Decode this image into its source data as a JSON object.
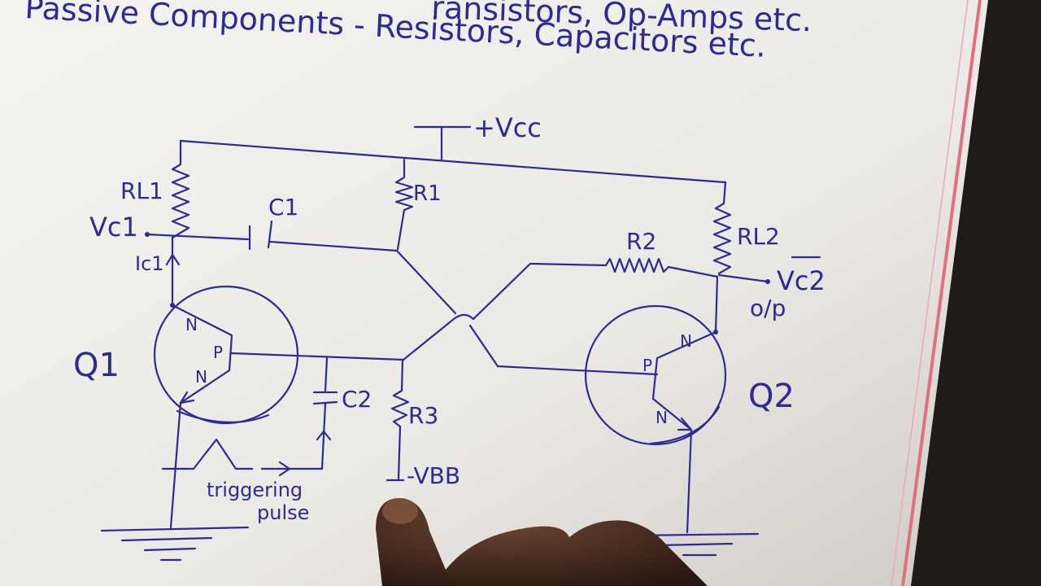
{
  "heading": {
    "line1_partial": "ransistors, Op-Amps etc.",
    "line2_prefix": "Passive Components - ",
    "line2_rest": "Resistors, Capacitors etc."
  },
  "labels": {
    "vcc": "+Vcc",
    "rl1": "RL1",
    "rl2": "RL2",
    "r1": "R1",
    "r2": "R2",
    "r3": "R3",
    "c1": "C1",
    "c2": "C2",
    "vc1": "Vc1",
    "vc2": "Vc2",
    "ic1": "Ic1",
    "q1": "Q1",
    "q2": "Q2",
    "op": "o/p",
    "vbb": "-VBB",
    "trigger_line1": "triggering",
    "trigger_line2": "pulse",
    "q1_collector": "N",
    "q1_base": "P",
    "q1_emitter": "N",
    "q2_collector": "N",
    "q2_base": "P",
    "q2_emitter": "N"
  },
  "colors": {
    "ink": "#2d2a93",
    "paper": "#eceae6",
    "margin_line": "#e0707c",
    "desk": "#1e1b18"
  }
}
